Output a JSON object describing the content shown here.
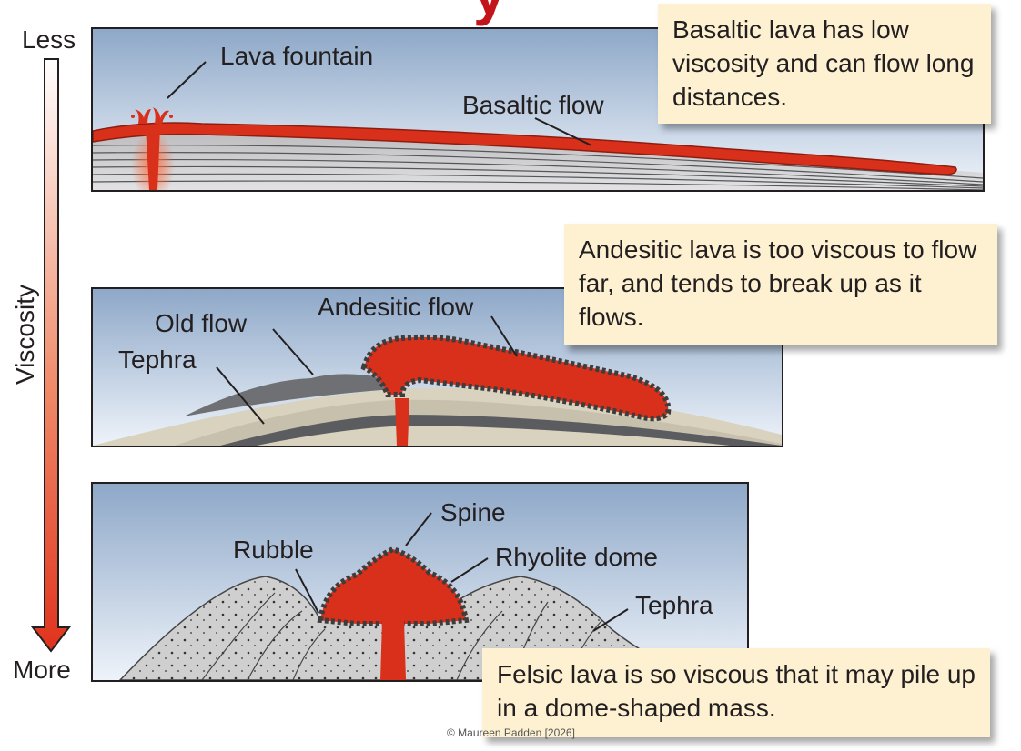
{
  "title_fragment": "y",
  "axis": {
    "top_label": "Less",
    "bottom_label": "More",
    "side_label": "Viscosity"
  },
  "basaltic": {
    "labels": {
      "fountain": "Lava fountain",
      "flow": "Basaltic flow"
    },
    "note": "Basaltic lava has low viscosity and can flow long distances."
  },
  "andesitic": {
    "labels": {
      "old_flow": "Old flow",
      "tephra": "Tephra",
      "flow": "Andesitic flow"
    },
    "note": "Andesitic lava is too viscous to flow far, and tends to break up as it flows."
  },
  "rhyolite": {
    "labels": {
      "spine": "Spine",
      "rubble": "Rubble",
      "dome": "Rhyolite dome",
      "tephra": "Tephra"
    },
    "note": "Felsic lava is so viscous that it may pile up in a dome-shaped mass."
  },
  "credit": "© Maureen Padden [2026]",
  "colors": {
    "lava": "#d8301a",
    "lava_dark": "#8e1d10",
    "note_bg": "#fdf1d2",
    "sky_top": "#8ea8c8",
    "sky_bottom": "#eef3fa"
  }
}
